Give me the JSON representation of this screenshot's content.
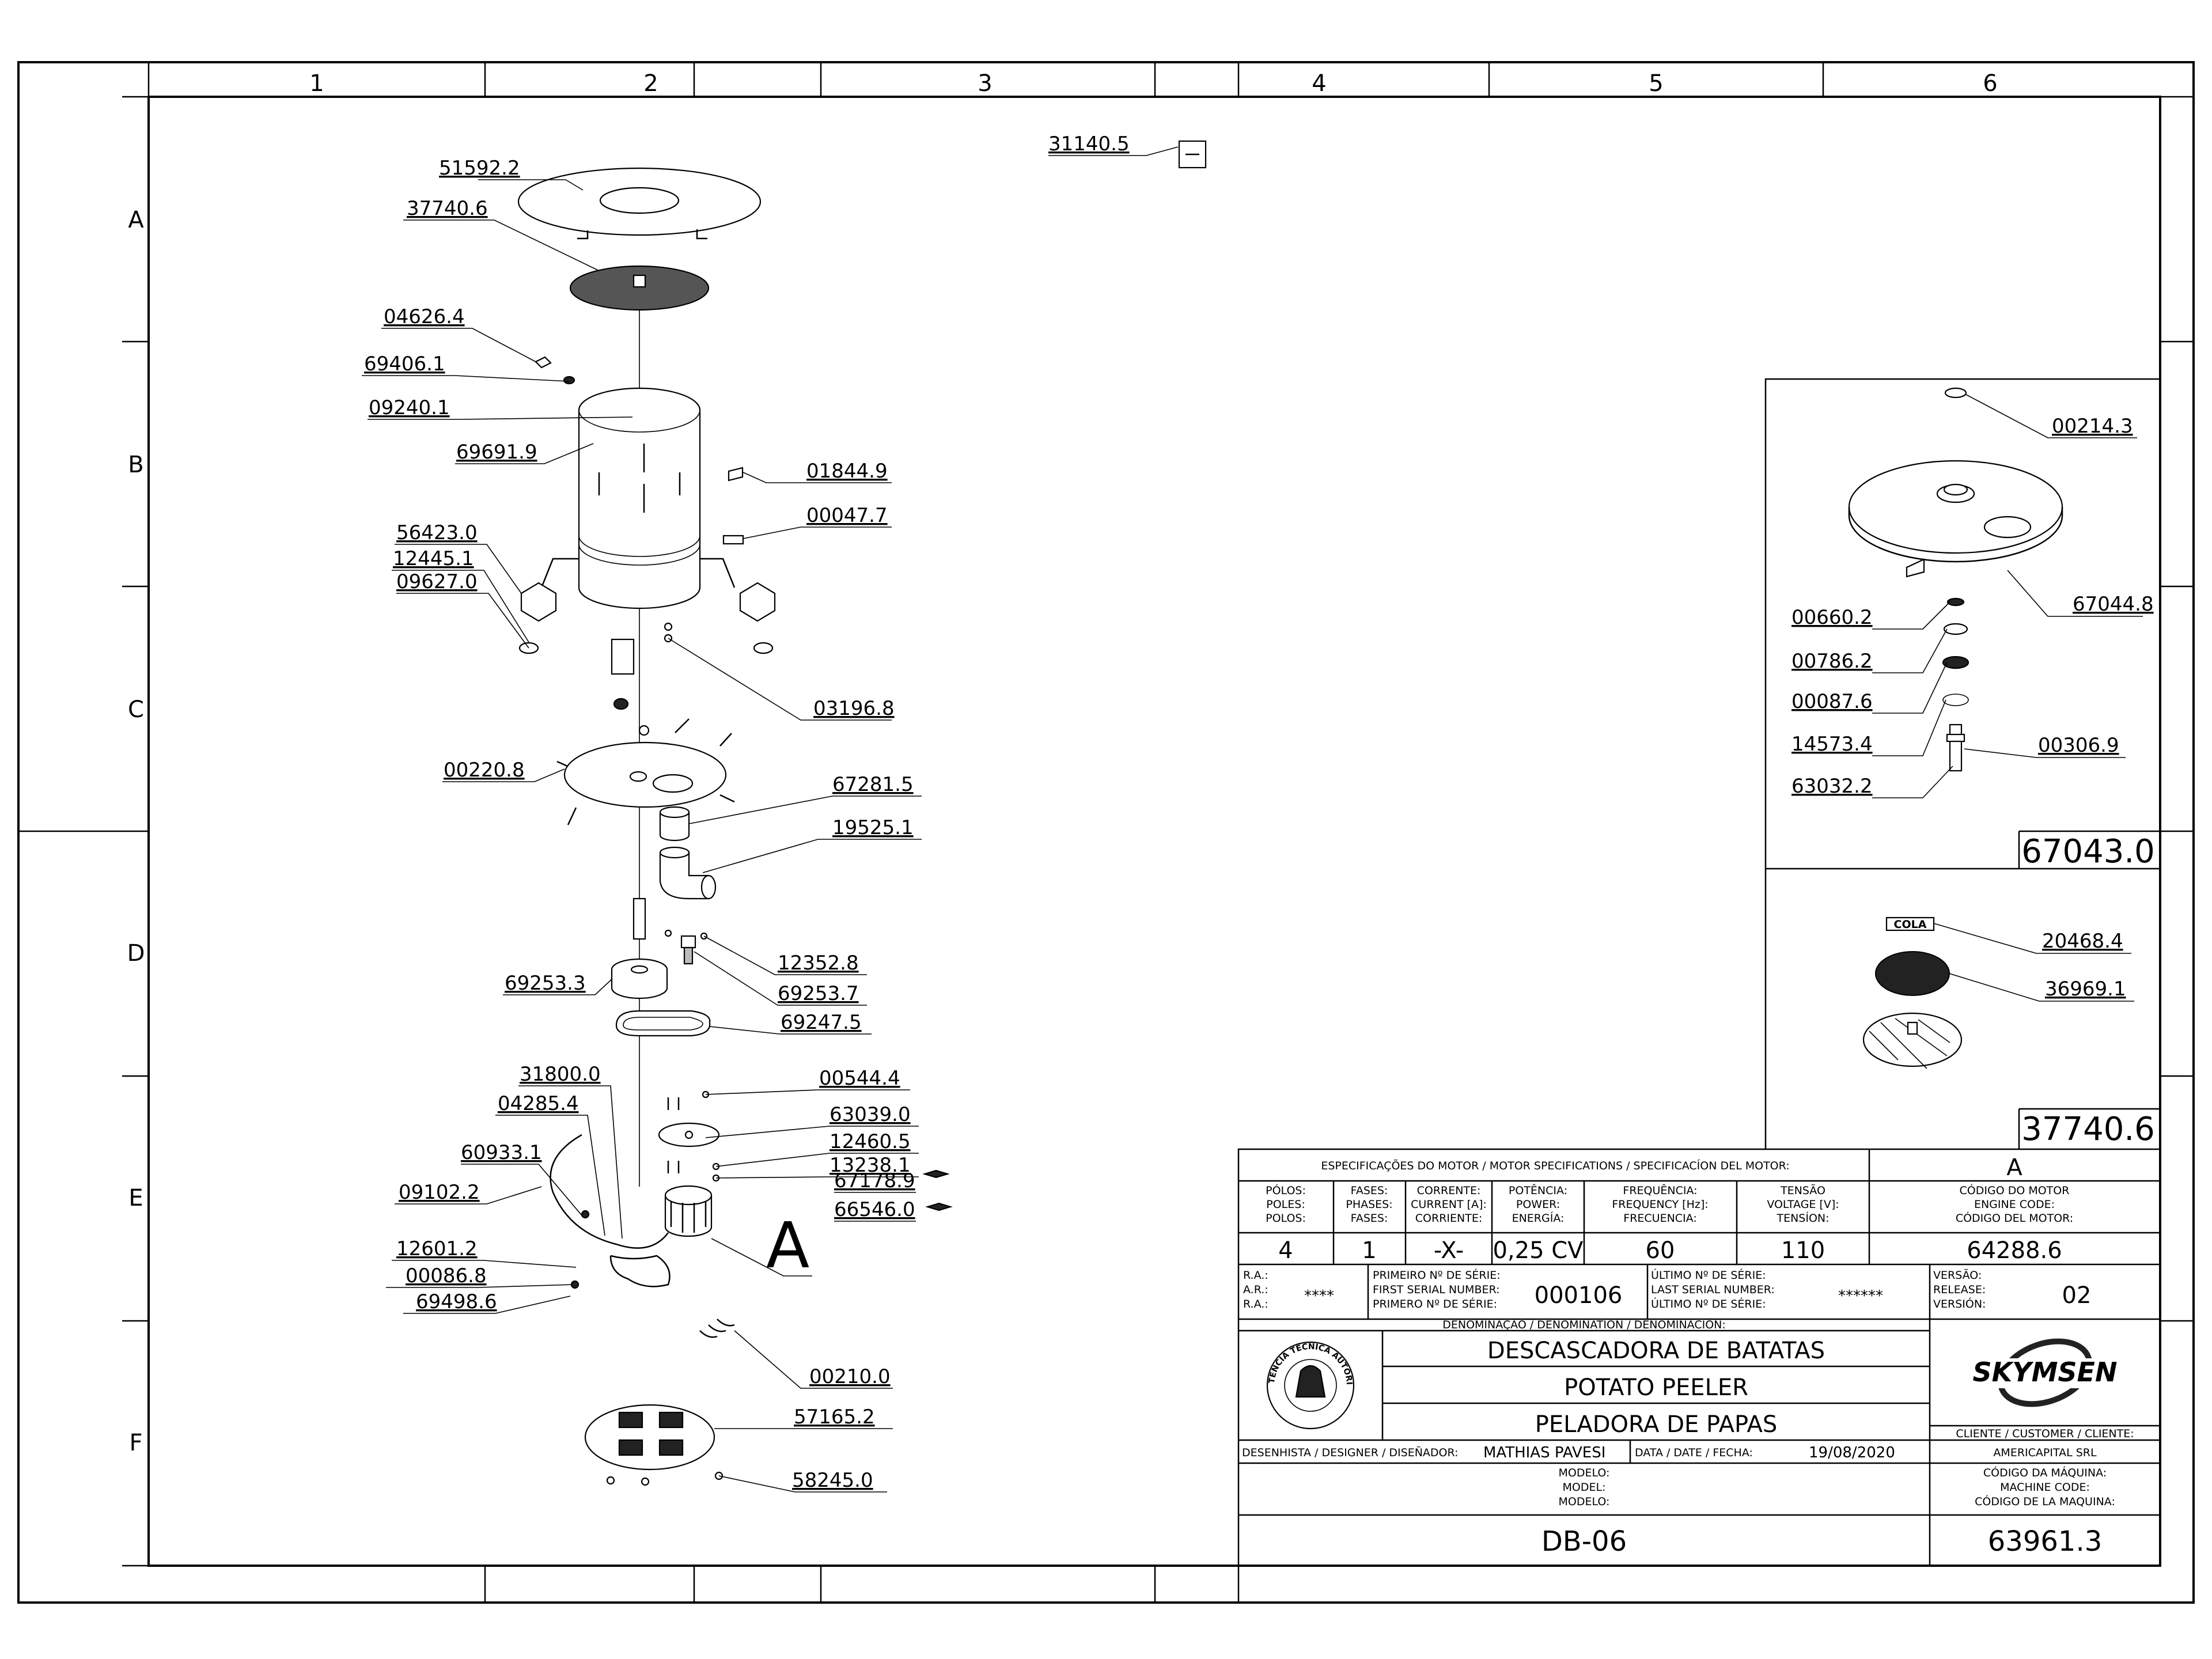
{
  "grid": {
    "columns": [
      "1",
      "2",
      "3",
      "4",
      "5",
      "6"
    ],
    "rows": [
      "A",
      "B",
      "C",
      "D",
      "E",
      "F"
    ]
  },
  "part_labels": [
    "51592.2",
    "37740.6",
    "04626.4",
    "69406.1",
    "09240.1",
    "69691.9",
    "01844.9",
    "00047.7",
    "56423.0",
    "12445.1",
    "09627.0",
    "03196.8",
    "00220.8",
    "67281.5",
    "19525.1",
    "12352.8",
    "69253.3",
    "69253.7",
    "69247.5",
    "31800.0",
    "04285.4",
    "00544.4",
    "63039.0",
    "60933.1",
    "12460.5",
    "13238.1",
    "09102.2",
    "67178.9",
    "66546.0",
    "12601.2",
    "00086.8",
    "69498.6",
    "00210.0",
    "57165.2",
    "58245.0",
    "31140.5"
  ],
  "detail_a_callout": "A",
  "detail_67043": {
    "labels": [
      "00214.3",
      "67044.8",
      "00660.2",
      "00786.2",
      "00087.6",
      "14573.4",
      "00306.9",
      "63032.2"
    ],
    "code": "67043.0"
  },
  "detail_37740": {
    "tag": "COLA",
    "labels": [
      "20468.4",
      "36969.1"
    ],
    "code": "37740.6"
  },
  "title_block": {
    "motor_spec_header": "ESPECIFICAÇÕES DO MOTOR / MOTOR SPECIFICATIONS / SPECIFICACÍON DEL MOTOR:",
    "rev_letter": "A",
    "spec_headers": [
      [
        "PÓLOS:",
        "POLES:",
        "POLOS:"
      ],
      [
        "FASES:",
        "PHASES:",
        "FASES:"
      ],
      [
        "CORRENTE:",
        "CURRENT [A]:",
        "CORRIENTE:"
      ],
      [
        "POTÊNCIA:",
        "POWER:",
        "ENERGÍA:"
      ],
      [
        "FREQUÊNCIA:",
        "FREQUENCY [Hz]:",
        "FRECUENCIA:"
      ],
      [
        "TENSÃO",
        "VOLTAGE [V]:",
        "TENSÍON:"
      ]
    ],
    "spec_values": [
      "4",
      "1",
      "-X-",
      "0,25 CV",
      "60",
      "110"
    ],
    "engine_code_header": [
      "CÓDIGO DO MOTOR",
      "ENGINE CODE:",
      "CÓDIGO DEL MOTOR:"
    ],
    "engine_code": "64288.6",
    "ra_labels": [
      "R.A.:",
      "A.R.:",
      "R.A.:"
    ],
    "ra_value": "****",
    "first_serial_labels": [
      "PRIMEIRO Nº DE SÉRIE:",
      "FIRST SERIAL NUMBER:",
      "PRIMERO Nº DE SÉRIE:"
    ],
    "first_serial": "000106",
    "last_serial_labels": [
      "ÚLTIMO Nº DE SÉRIE:",
      "LAST SERIAL NUMBER:",
      "ÚLTIMO Nº DE SÉRIE:"
    ],
    "last_serial": "******",
    "version_labels": [
      "VERSÃO:",
      "RELEASE:",
      "VERSIÓN:"
    ],
    "version": "02",
    "denomination_header": "DENOMINAÇÃO / DENOMINATION / DENOMINACIÓN:",
    "names": [
      "DESCASCADORA DE BATATAS",
      "POTATO PEELER",
      "PELADORA DE PAPAS"
    ],
    "seal_text": "ASSISTÊNCIA TÉCNICA AUTORIZADA",
    "brand": "SKYMSEN",
    "designer_label": "DESENHISTA / DESIGNER / DISEÑADOR:",
    "designer": "MATHIAS PAVESI",
    "date_label": "DATA / DATE / FECHA:",
    "date": "19/08/2020",
    "client_label": "CLIENTE / CUSTOMER / CLIENTE:",
    "client": "AMERICAPITAL SRL",
    "model_labels": [
      "MODELO:",
      "MODEL:",
      "MODELO:"
    ],
    "model": "DB-06",
    "machine_code_labels": [
      "CÓDIGO DA MÁQUINA:",
      "MACHINE CODE:",
      "CÓDIGO DE LA MAQUINA:"
    ],
    "machine_code": "63961.3"
  }
}
